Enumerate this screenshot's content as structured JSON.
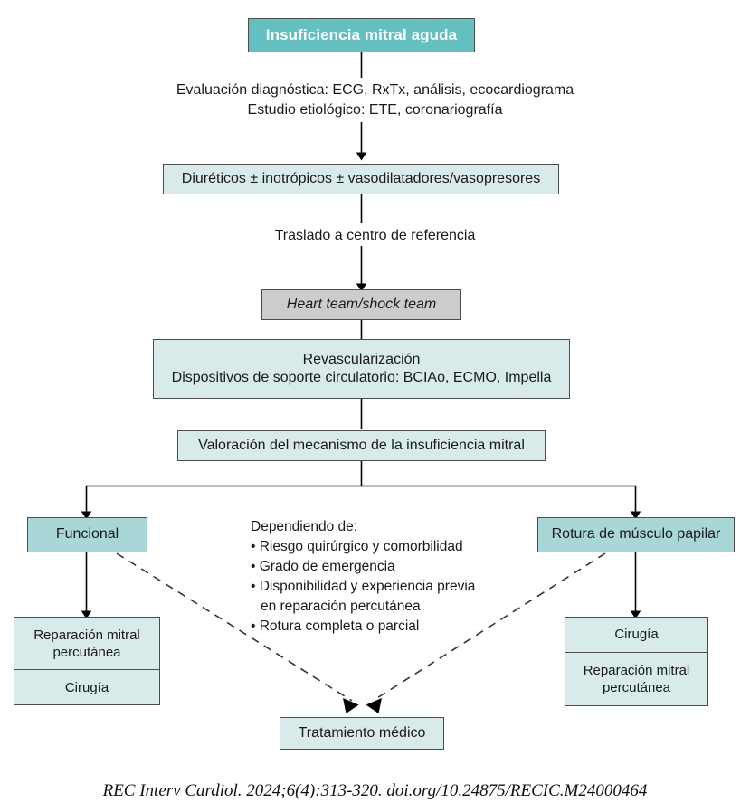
{
  "figure": {
    "title_box": {
      "label": "Insuficiencia mitral aguda"
    },
    "eval_text": {
      "line1": "Evaluación diagnóstica: ECG, RxTx, análisis, ecocardiograma",
      "line2": "Estudio etiológico: ETE, coronariografía"
    },
    "drugs_box": {
      "label": "Diuréticos ± inotrópicos ± vasodilatadores/vasopresores"
    },
    "transfer_text": {
      "label": "Traslado a centro de referencia"
    },
    "team_box": {
      "label": "Heart team/shock team"
    },
    "revasc_box": {
      "line1": "Revascularización",
      "line2": "Dispositivos de soporte circulatorio: BCIAo, ECMO, Impella"
    },
    "mechanism_box": {
      "label": "Valoración del mecanismo de la insuficiencia mitral"
    },
    "branch_left": {
      "label": "Funcional"
    },
    "branch_right": {
      "label": "Rotura de músculo papilar"
    },
    "depends": {
      "heading": "Dependiendo de:",
      "items": [
        "• Riesgo quirúrgico y comorbilidad",
        "• Grado de emergencia",
        "• Disponibilidad y experiencia previa",
        "en reparación percutánea",
        "• Rotura completa o parcial"
      ]
    },
    "left_options": {
      "cell1_line1": "Reparación mitral",
      "cell1_line2": "percutánea",
      "cell2_line1": "Cirugía"
    },
    "right_options": {
      "cell1_line1": "Cirugía",
      "cell2_line1": "Reparación mitral",
      "cell2_line2": "percutánea"
    },
    "medical_box": {
      "label": "Tratamiento médico"
    },
    "footer": {
      "citation": "REC Interv Cardiol. 2024;6(4):313-320. doi.org/10.24875/RECIC.M24000464"
    },
    "colors": {
      "header_fill": "#63bfc0",
      "pale_fill": "#d9eaea",
      "mid_fill": "#a9d6d6",
      "gray_fill": "#cccccc",
      "stroke": "#4d4d4d",
      "connector": "#000000",
      "text": "#1a1a1a",
      "header_text": "#ffffff"
    }
  }
}
